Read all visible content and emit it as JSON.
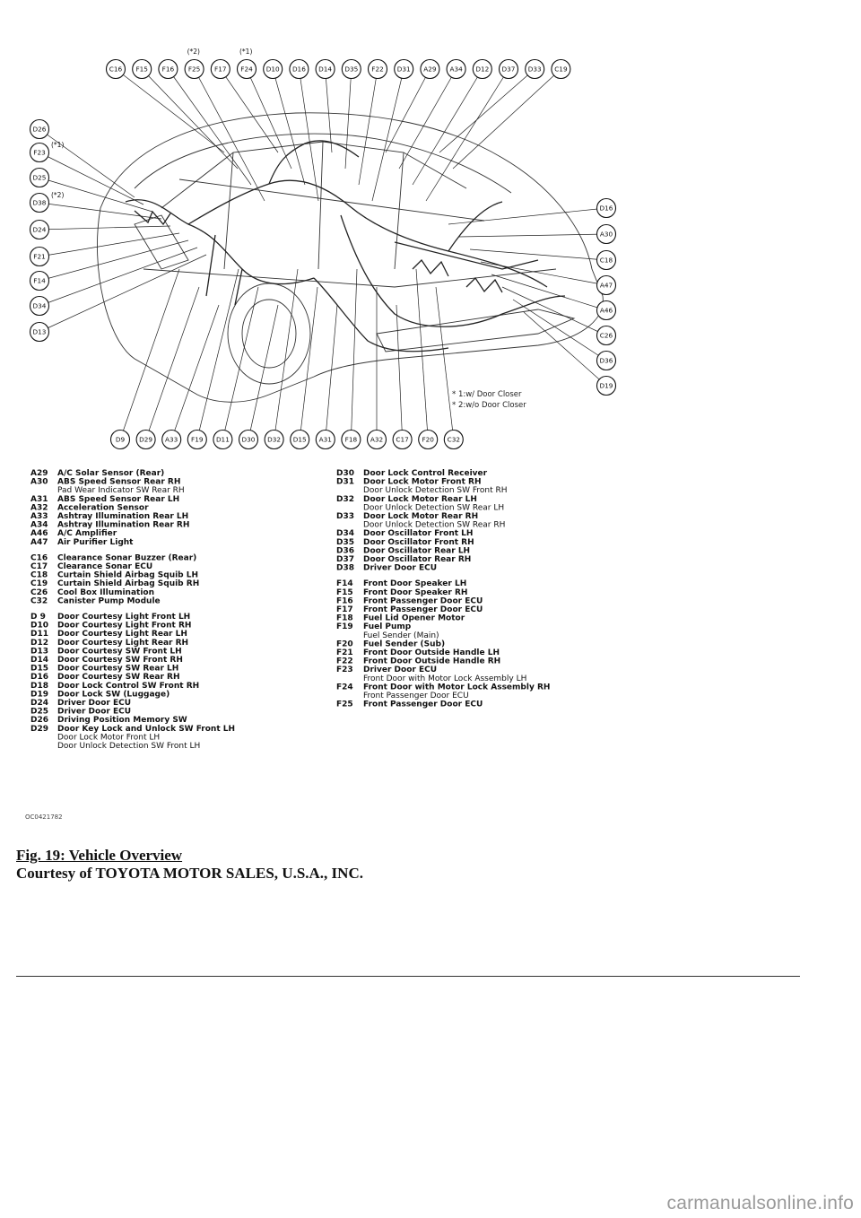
{
  "figure": {
    "code": "OC0421782",
    "notes": [
      "* 1:w/ Door Closer",
      "* 2:w/o Door Closer"
    ],
    "top_tags": [
      {
        "text": "(*2)",
        "anchor": "F25"
      },
      {
        "text": "(*1)",
        "anchor": "F24"
      }
    ],
    "left_tags": [
      {
        "text": "(*1)",
        "anchor": "F23"
      },
      {
        "text": "(*2)",
        "anchor": "D38"
      }
    ],
    "top_callouts": [
      "C16",
      "F15",
      "F16",
      "F25",
      "F17",
      "F24",
      "D10",
      "D16",
      "D14",
      "D35",
      "F22",
      "D31",
      "A29",
      "A34",
      "D12",
      "D37",
      "D33",
      "C19"
    ],
    "left_callouts": [
      "D26",
      "F23",
      "D25",
      "D38",
      "D24",
      "F21",
      "F14",
      "D34",
      "D13"
    ],
    "right_callouts": [
      "D16",
      "A30",
      "C18",
      "A47",
      "A46",
      "C26",
      "D36",
      "D19"
    ],
    "bottom_callouts": [
      "D9",
      "D29",
      "A33",
      "F19",
      "D11",
      "D30",
      "D32",
      "D15",
      "A31",
      "F18",
      "A32",
      "C17",
      "F20",
      "C32"
    ]
  },
  "legend": {
    "left": [
      {
        "code": "A29",
        "lines": [
          "A/C Solar Sensor (Rear)"
        ]
      },
      {
        "code": "A30",
        "lines": [
          "ABS Speed Sensor Rear RH",
          "Pad Wear Indicator SW Rear RH"
        ]
      },
      {
        "code": "A31",
        "lines": [
          "ABS Speed Sensor Rear LH"
        ]
      },
      {
        "code": "A32",
        "lines": [
          "Acceleration Sensor"
        ]
      },
      {
        "code": "A33",
        "lines": [
          "Ashtray Illumination Rear LH"
        ]
      },
      {
        "code": "A34",
        "lines": [
          "Ashtray Illumination Rear RH"
        ]
      },
      {
        "code": "A46",
        "lines": [
          "A/C Amplifier"
        ]
      },
      {
        "code": "A47",
        "lines": [
          "Air Purifier Light"
        ]
      },
      {
        "gap": true
      },
      {
        "code": "C16",
        "lines": [
          "Clearance Sonar Buzzer (Rear)"
        ]
      },
      {
        "code": "C17",
        "lines": [
          "Clearance Sonar ECU"
        ]
      },
      {
        "code": "C18",
        "lines": [
          "Curtain Shield Airbag Squib LH"
        ]
      },
      {
        "code": "C19",
        "lines": [
          "Curtain Shield Airbag Squib RH"
        ]
      },
      {
        "code": "C26",
        "lines": [
          "Cool Box Illumination"
        ]
      },
      {
        "code": "C32",
        "lines": [
          "Canister Pump Module"
        ]
      },
      {
        "gap": true
      },
      {
        "code": "D 9",
        "lines": [
          "Door Courtesy Light Front LH"
        ]
      },
      {
        "code": "D10",
        "lines": [
          "Door Courtesy Light Front RH"
        ]
      },
      {
        "code": "D11",
        "lines": [
          "Door Courtesy Light Rear LH"
        ]
      },
      {
        "code": "D12",
        "lines": [
          "Door Courtesy Light Rear RH"
        ]
      },
      {
        "code": "D13",
        "lines": [
          "Door Courtesy SW Front LH"
        ]
      },
      {
        "code": "D14",
        "lines": [
          "Door Courtesy SW Front RH"
        ]
      },
      {
        "code": "D15",
        "lines": [
          "Door Courtesy SW Rear LH"
        ]
      },
      {
        "code": "D16",
        "lines": [
          "Door Courtesy SW Rear RH"
        ]
      },
      {
        "code": "D18",
        "lines": [
          "Door Lock Control SW Front RH"
        ]
      },
      {
        "code": "D19",
        "lines": [
          "Door Lock SW (Luggage)"
        ]
      },
      {
        "code": "D24",
        "lines": [
          "Driver Door ECU"
        ]
      },
      {
        "code": "D25",
        "lines": [
          "Driver Door ECU"
        ]
      },
      {
        "code": "D26",
        "lines": [
          "Driving Position Memory SW"
        ]
      },
      {
        "code": "D29",
        "lines": [
          "Door Key Lock and Unlock SW Front LH",
          "Door Lock Motor Front LH",
          "Door Unlock Detection SW Front LH"
        ]
      }
    ],
    "right": [
      {
        "code": "D30",
        "lines": [
          "Door Lock Control Receiver"
        ]
      },
      {
        "code": "D31",
        "lines": [
          "Door Lock Motor Front RH",
          "Door Unlock Detection SW Front RH"
        ]
      },
      {
        "code": "D32",
        "lines": [
          "Door Lock Motor Rear LH",
          "Door Unlock Detection SW Rear LH"
        ]
      },
      {
        "code": "D33",
        "lines": [
          "Door Lock Motor Rear RH",
          "Door Unlock Detection SW Rear RH"
        ]
      },
      {
        "code": "D34",
        "lines": [
          "Door Oscillator Front LH"
        ]
      },
      {
        "code": "D35",
        "lines": [
          "Door Oscillator Front RH"
        ]
      },
      {
        "code": "D36",
        "lines": [
          "Door Oscillator Rear LH"
        ]
      },
      {
        "code": "D37",
        "lines": [
          "Door Oscillator Rear RH"
        ]
      },
      {
        "code": "D38",
        "lines": [
          "Driver Door ECU"
        ]
      },
      {
        "gap": true
      },
      {
        "code": "F14",
        "lines": [
          "Front Door Speaker LH"
        ]
      },
      {
        "code": "F15",
        "lines": [
          "Front Door Speaker RH"
        ]
      },
      {
        "code": "F16",
        "lines": [
          "Front Passenger Door ECU"
        ]
      },
      {
        "code": "F17",
        "lines": [
          "Front Passenger Door ECU"
        ]
      },
      {
        "code": "F18",
        "lines": [
          "Fuel Lid Opener Motor"
        ]
      },
      {
        "code": "F19",
        "lines": [
          "Fuel Pump",
          "Fuel Sender (Main)"
        ]
      },
      {
        "code": "F20",
        "lines": [
          "Fuel Sender (Sub)"
        ]
      },
      {
        "code": "F21",
        "lines": [
          "Front Door Outside Handle LH"
        ]
      },
      {
        "code": "F22",
        "lines": [
          "Front Door Outside Handle RH"
        ]
      },
      {
        "code": "F23",
        "lines": [
          "Driver Door ECU",
          "Front Door with Motor Lock Assembly LH"
        ]
      },
      {
        "code": "F24",
        "lines": [
          "Front Door with Motor Lock Assembly RH",
          "Front Passenger Door ECU"
        ]
      },
      {
        "code": "F25",
        "lines": [
          "Front Passenger Door ECU"
        ]
      }
    ]
  },
  "caption": {
    "title": "Fig. 19: Vehicle Overview",
    "credit": "Courtesy of TOYOTA MOTOR SALES, U.S.A., INC."
  },
  "watermark": "carmanualsonline.info"
}
